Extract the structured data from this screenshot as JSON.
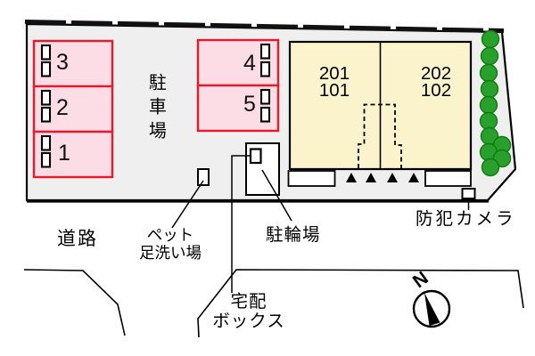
{
  "colors": {
    "site_fill": "#efefef",
    "parking_space_fill": "#fcdde6",
    "parking_space_border": "#e8192c",
    "building_fill": "#faf3cc",
    "tree_green": "#2aa02c",
    "outline_black": "#000000"
  },
  "parking": {
    "lot_label": "駐車場",
    "left_spaces": [
      {
        "number": "3"
      },
      {
        "number": "2"
      },
      {
        "number": "1"
      }
    ],
    "right_spaces": [
      {
        "number": "4"
      },
      {
        "number": "5"
      }
    ]
  },
  "building": {
    "left_unit": "201\n101",
    "right_unit": "202\n102"
  },
  "labels": {
    "road": "道路",
    "pet_wash": "ペット\n足洗い場",
    "bicycle": "駐輪場",
    "delivery_box": "宅配\nボックス",
    "security_camera": "防犯カメラ"
  },
  "compass": {
    "north": "N"
  }
}
